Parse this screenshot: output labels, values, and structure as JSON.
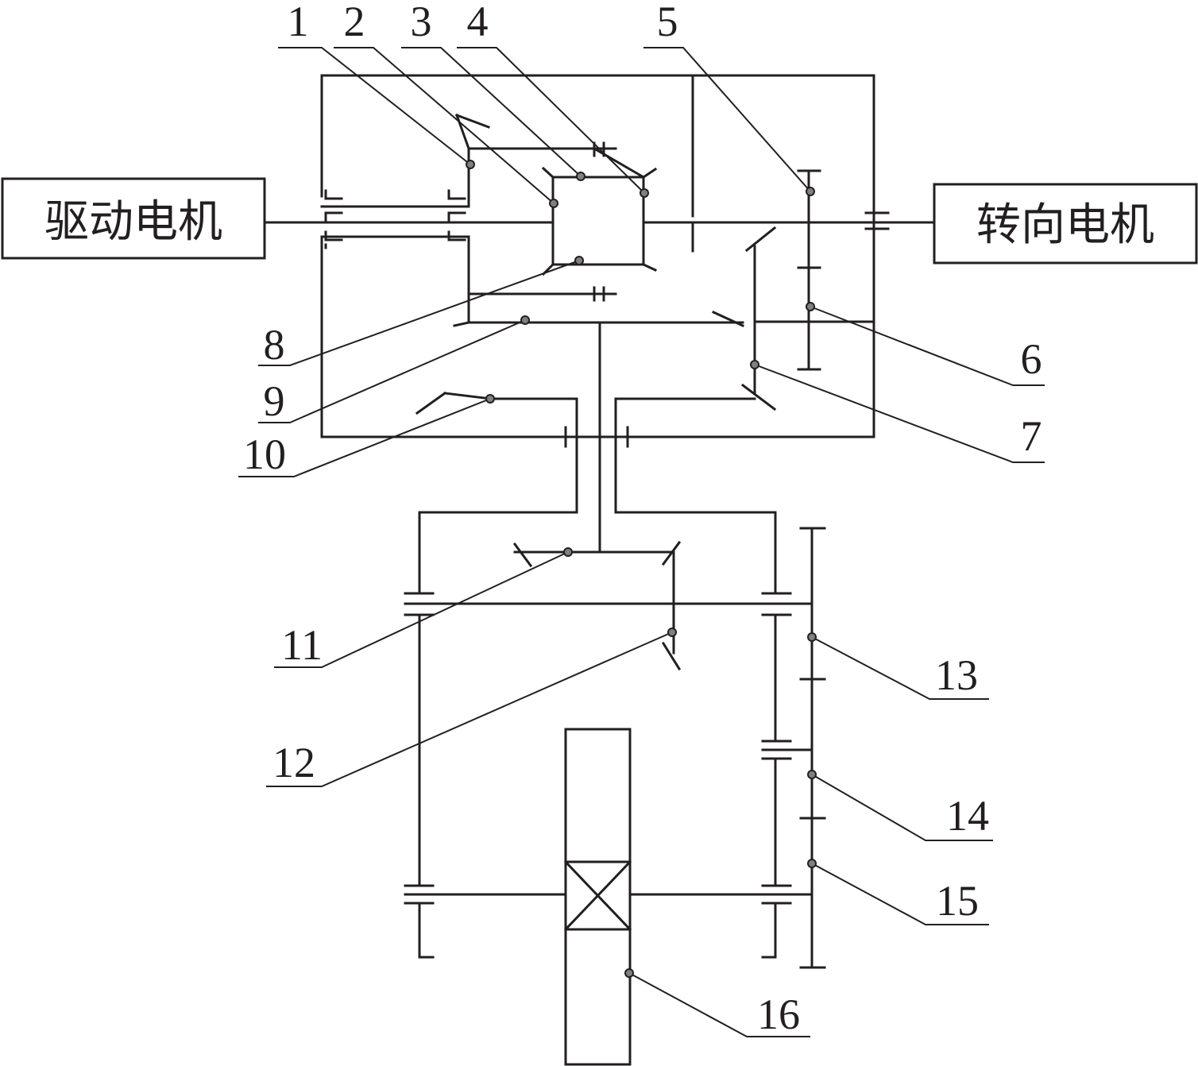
{
  "motors": {
    "drive": "驱动电机",
    "steer": "转向电机"
  },
  "labels": [
    "1",
    "2",
    "3",
    "4",
    "5",
    "6",
    "7",
    "8",
    "9",
    "10",
    "11",
    "12",
    "13",
    "14",
    "15",
    "16"
  ]
}
